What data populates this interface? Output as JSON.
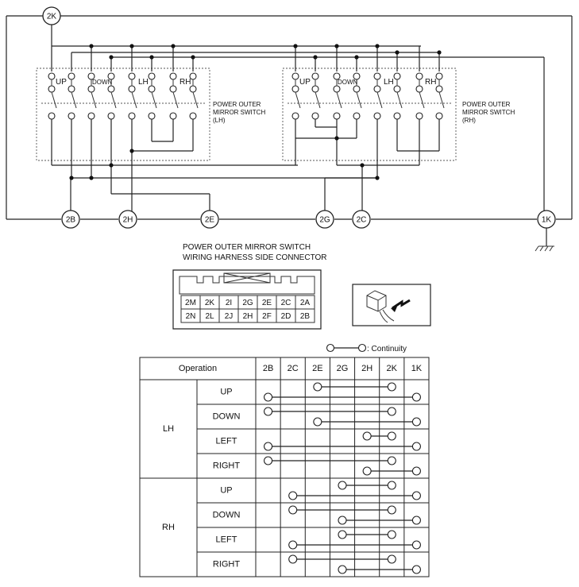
{
  "nodes": {
    "n2K": "2K",
    "n2B": "2B",
    "n2H": "2H",
    "n2E": "2E",
    "n2G": "2G",
    "n2C": "2C",
    "n1K": "1K"
  },
  "switch_lh": {
    "label_lines": [
      "POWER OUTER",
      "MIRROR SWITCH",
      "(LH)"
    ],
    "pos_up": "UP",
    "pos_down": "DOWN",
    "pos_lh": "LH",
    "pos_rh": "RH"
  },
  "switch_rh": {
    "label_lines": [
      "POWER OUTER",
      "MIRROR SWITCH",
      "(RH)"
    ],
    "pos_up": "UP",
    "pos_down": "DOWN",
    "pos_lh": "LH",
    "pos_rh": "RH"
  },
  "connector": {
    "title_line1": "POWER OUTER MIRROR SWITCH",
    "title_line2": "WIRING HARNESS SIDE CONNECTOR",
    "row1": [
      "2M",
      "2K",
      "2I",
      "2G",
      "2E",
      "2C",
      "2A"
    ],
    "row2": [
      "2N",
      "2L",
      "2J",
      "2H",
      "2F",
      "2D",
      "2B"
    ]
  },
  "legend": {
    "text": ": Continuity"
  },
  "table": {
    "header_operation": "Operation",
    "columns": [
      "2B",
      "2C",
      "2E",
      "2G",
      "2H",
      "2K",
      "1K"
    ],
    "groups": [
      {
        "name": "LH",
        "rows": [
          {
            "op": "UP",
            "links": [
              [
                2,
                5
              ],
              [
                0,
                6
              ]
            ]
          },
          {
            "op": "DOWN",
            "links": [
              [
                0,
                5
              ],
              [
                2,
                6
              ]
            ]
          },
          {
            "op": "LEFT",
            "links": [
              [
                4,
                5
              ],
              [
                0,
                6
              ]
            ]
          },
          {
            "op": "RIGHT",
            "links": [
              [
                0,
                5
              ],
              [
                4,
                6
              ]
            ]
          }
        ]
      },
      {
        "name": "RH",
        "rows": [
          {
            "op": "UP",
            "links": [
              [
                3,
                5
              ],
              [
                1,
                6
              ]
            ]
          },
          {
            "op": "DOWN",
            "links": [
              [
                1,
                5
              ],
              [
                3,
                6
              ]
            ]
          },
          {
            "op": "LEFT",
            "links": [
              [
                3,
                5
              ],
              [
                1,
                6
              ]
            ]
          },
          {
            "op": "RIGHT",
            "links": [
              [
                1,
                5
              ],
              [
                3,
                6
              ]
            ]
          }
        ]
      }
    ]
  }
}
